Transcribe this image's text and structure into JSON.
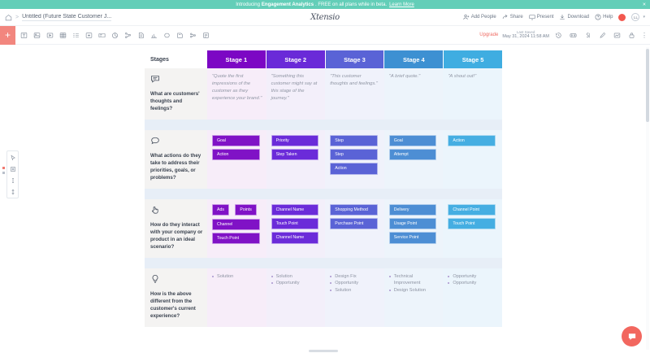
{
  "promo": {
    "intro": "Introducing",
    "product": "Engagement Analytics",
    "rest": ". FREE on all plans while in beta.",
    "learn_more": "Learn More",
    "close": "×",
    "bg": "#63ceb8"
  },
  "header": {
    "home_icon": "home-icon",
    "separator": ">",
    "doc_title": "Untitled (Future State Customer J...",
    "logo": "Xtensio",
    "actions": [
      {
        "label": "Add People",
        "icon": "add-people-icon"
      },
      {
        "label": "Share",
        "icon": "share-icon"
      },
      {
        "label": "Present",
        "icon": "present-icon"
      },
      {
        "label": "Download",
        "icon": "download-icon"
      },
      {
        "label": "Help",
        "icon": "help-icon"
      }
    ],
    "notification_badge": "",
    "avatar_initials": "LL",
    "avatar_caret": "▾"
  },
  "toolbar": {
    "add_label": "+",
    "tools": [
      "text-module-icon",
      "image-icon",
      "video-icon",
      "table-icon",
      "list-icon",
      "button-icon",
      "card-icon",
      "chart-pie-icon",
      "flowchart-icon",
      "document-icon",
      "chart-bar-icon",
      "shape-icon",
      "sticker-icon",
      "network-icon",
      "notes-icon"
    ],
    "upgrade_label": "Upgrade",
    "last_saved_label": "Last Saved",
    "last_saved_time": "May 31, 2024 11:58 AM",
    "right_tools": [
      "history-icon",
      "mask-icon",
      "style-icon",
      "eyedropper-icon",
      "analytics-icon",
      "lock-icon"
    ],
    "more_label": "⋮"
  },
  "left_rail": {
    "tools": [
      "pointer-icon",
      "frame-icon",
      "divider-icon",
      "spacer-icon"
    ]
  },
  "board": {
    "header": {
      "label": "Stages",
      "stages": [
        {
          "name": "Stage 1",
          "color": "#7c07c4"
        },
        {
          "name": "Stage 2",
          "color": "#6a2ad8"
        },
        {
          "name": "Stage 3",
          "color": "#5a63d6"
        },
        {
          "name": "Stage 4",
          "color": "#3d90d2"
        },
        {
          "name": "Stage 5",
          "color": "#3fade1"
        }
      ]
    },
    "rows": [
      {
        "icon": "speech-bubble-icon",
        "question": "What are customers' thoughts and feelings?",
        "type": "quotes",
        "cells": [
          {
            "bg": "#f7edf9",
            "quote": "\"Quote the first impressions of the customer as they experience your brand.\""
          },
          {
            "bg": "#f3effa",
            "quote": "\"Something this customer might say at this stage of the journey.\""
          },
          {
            "bg": "#f0f2fb",
            "quote": "\"This customer thoughts and feelings.\""
          },
          {
            "bg": "#edf4fb",
            "quote": "\"A brief quote.\""
          },
          {
            "bg": "#ebf5fc",
            "quote": "\"A shout out!\""
          }
        ]
      },
      {
        "icon": "chat-outline-icon",
        "question": "What actions do they take to address their priorities, goals, or problems?",
        "type": "chips",
        "cells": [
          {
            "bg": "#f7edf9",
            "chip_color": "#8012c6",
            "chips": [
              "Goal",
              "Action"
            ]
          },
          {
            "bg": "#f3effa",
            "chip_color": "#6b2bd9",
            "chips": [
              "Priority",
              "Step Taken"
            ]
          },
          {
            "bg": "#f0f2fb",
            "chip_color": "#5a63d6",
            "chips": [
              "Step",
              "Step",
              "Action"
            ]
          },
          {
            "bg": "#edf4fb",
            "chip_color": "#4d8ed4",
            "chips": [
              "Goal",
              "Attempt"
            ]
          },
          {
            "bg": "#ebf5fc",
            "chip_color": "#45aee2",
            "chips": [
              "Action"
            ]
          }
        ]
      },
      {
        "icon": "hand-point-icon",
        "question": "How do they interact with your company or product in an ideal scenario?",
        "type": "chips-inline",
        "cells": [
          {
            "bg": "#f7edf9",
            "chip_color": "#8012c6",
            "chips": [
              "Ads",
              "Points",
              "Channel",
              "Touch Point"
            ]
          },
          {
            "bg": "#f3effa",
            "chip_color": "#6b2bd9",
            "chips": [
              "Channel Name",
              "Touch Point",
              "Channel Name"
            ]
          },
          {
            "bg": "#f0f2fb",
            "chip_color": "#5a63d6",
            "chips": [
              "Shopping Method",
              "Purchase Point"
            ]
          },
          {
            "bg": "#edf4fb",
            "chip_color": "#4d8ed4",
            "chips": [
              "Delivery",
              "Usage Point",
              "Service Point"
            ]
          },
          {
            "bg": "#ebf5fc",
            "chip_color": "#45aee2",
            "chips": [
              "Channel Point",
              "Touch Point"
            ]
          }
        ]
      },
      {
        "icon": "lightbulb-icon",
        "question": "How is the above different from the customer's current experience?",
        "type": "bullets",
        "cells": [
          {
            "bg": "#f7edf9",
            "items": [
              "Solution"
            ]
          },
          {
            "bg": "#f3effa",
            "items": [
              "Solution",
              "Opportunity"
            ]
          },
          {
            "bg": "#f0f2fb",
            "items": [
              "Design Fix",
              "Opportunity",
              "Solution"
            ]
          },
          {
            "bg": "#edf4fb",
            "items": [
              "Technical Improvement",
              "Design Solution"
            ]
          },
          {
            "bg": "#ebf5fc",
            "items": [
              "Opportunity",
              "Opportunity"
            ]
          }
        ]
      }
    ]
  },
  "chat_widget": {
    "icon": "chat-widget-icon"
  }
}
